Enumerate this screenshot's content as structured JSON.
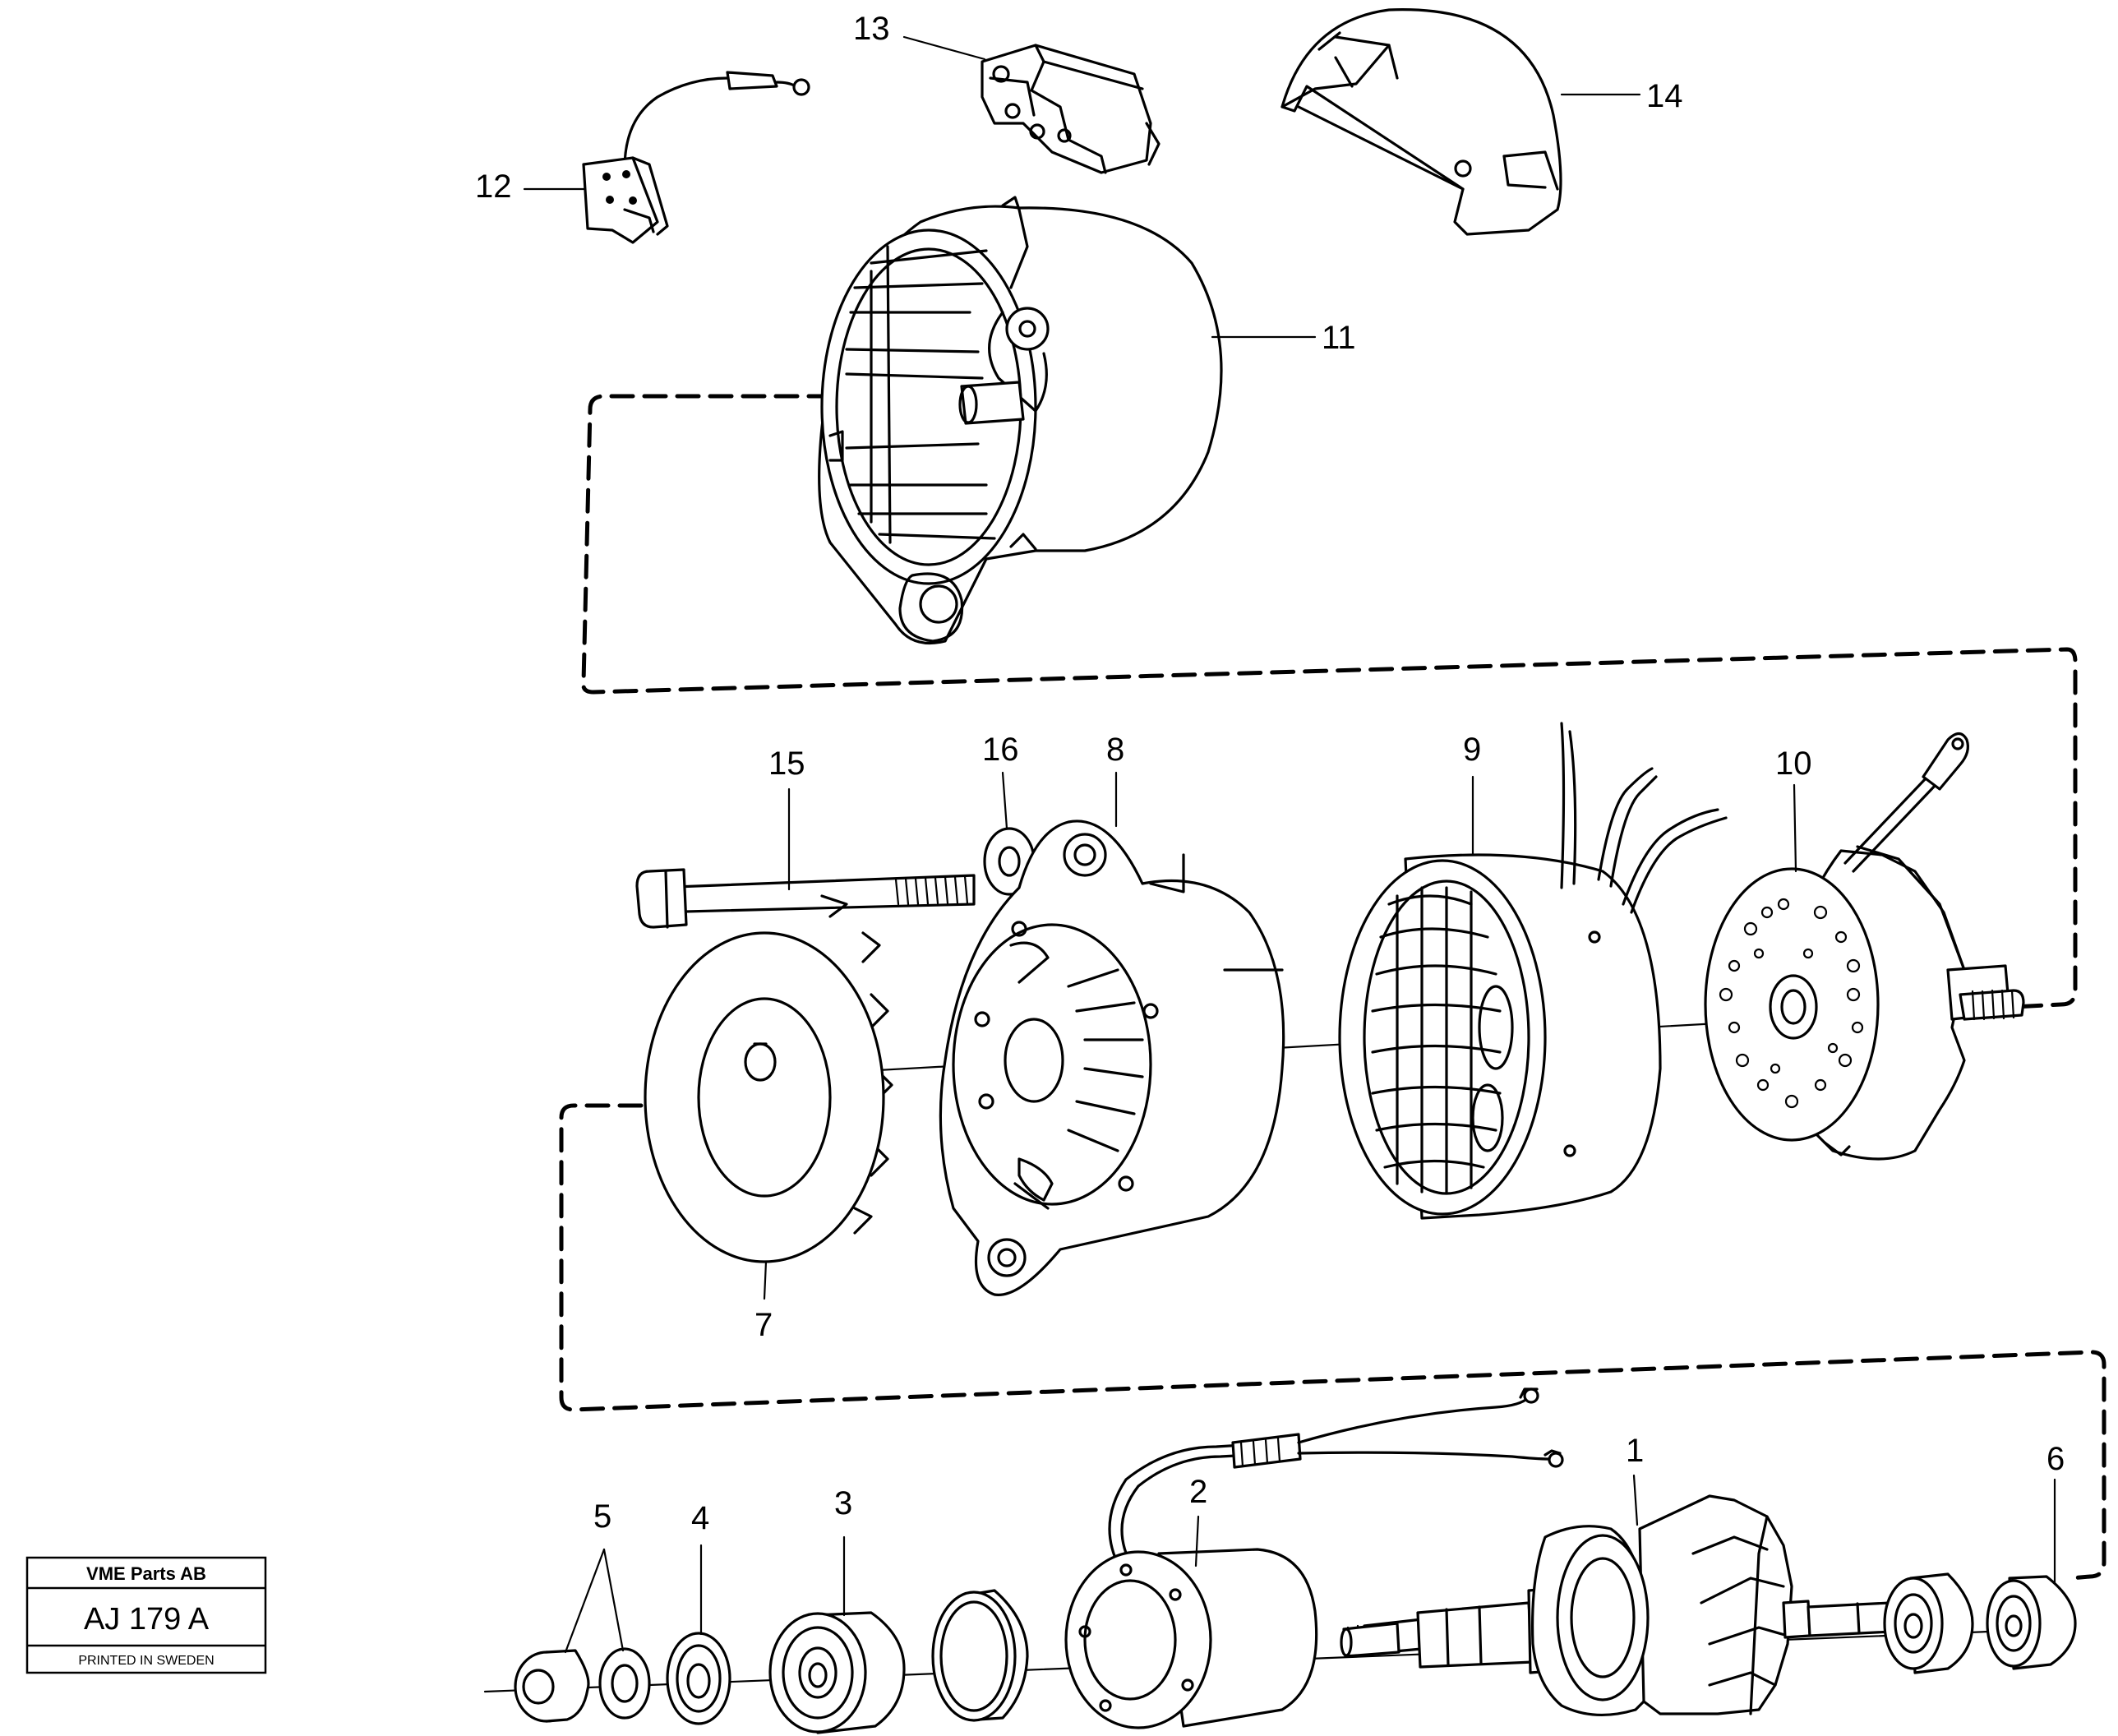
{
  "callouts": {
    "part_1": "1",
    "part_2": "2",
    "part_3": "3",
    "part_4": "4",
    "part_5": "5",
    "part_6": "6",
    "part_7": "7",
    "part_8": "8",
    "part_9": "9",
    "part_10": "10",
    "part_11": "11",
    "part_12": "12",
    "part_13": "13",
    "part_14": "14",
    "part_15": "15",
    "part_16": "16"
  },
  "stamp": {
    "company": "VME Parts AB",
    "code": "AJ 179 A",
    "footer": "PRINTED IN SWEDEN"
  }
}
